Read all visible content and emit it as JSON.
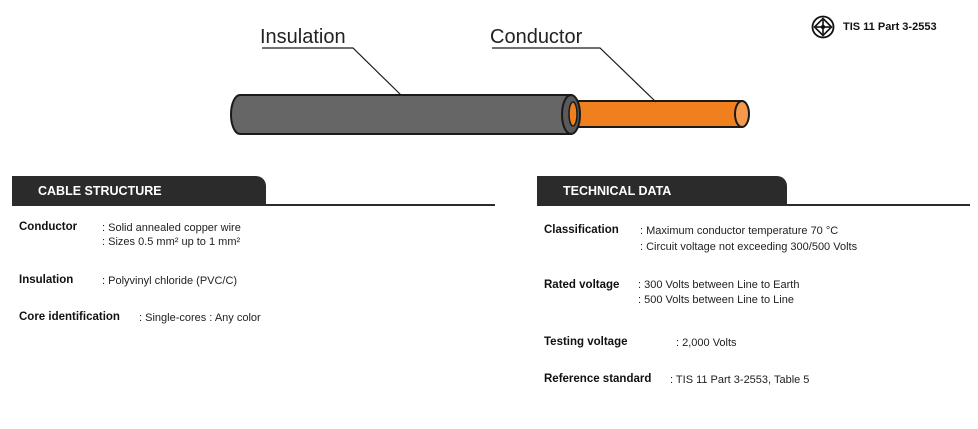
{
  "standard_badge": {
    "text": "TIS 11 Part 3-2553",
    "icon": "tis-certification-mark-icon"
  },
  "diagram": {
    "insulation_label": "Insulation",
    "conductor_label": "Conductor",
    "colors": {
      "insulation": "#666666",
      "conductor": "#f07f1e",
      "outline": "#1a1a1a"
    }
  },
  "cable_structure": {
    "title": "CABLE STRUCTURE",
    "conductor": {
      "label": "Conductor",
      "line1": ": Solid annealed copper wire",
      "line2": ": Sizes 0.5 mm² up to 1 mm²"
    },
    "insulation": {
      "label": "Insulation",
      "line1": ": Polyvinyl chloride (PVC/C)"
    },
    "core_identification": {
      "label": "Core identification",
      "line1": ": Single-cores  : Any color"
    }
  },
  "technical_data": {
    "title": "TECHNICAL DATA",
    "classification": {
      "label": "Classification",
      "line1": ": Maximum conductor temperature 70 °C",
      "line2": ": Circuit voltage not exceeding 300/500 Volts"
    },
    "rated_voltage": {
      "label": "Rated voltage",
      "line1": ":  300 Volts between Line to Earth",
      "line2": ":  500 Volts between Line to Line"
    },
    "testing_voltage": {
      "label": "Testing voltage",
      "line1": ": 2,000 Volts"
    },
    "reference_standard": {
      "label": "Reference standard",
      "line1": ": TIS 11 Part 3-2553, Table 5"
    }
  }
}
